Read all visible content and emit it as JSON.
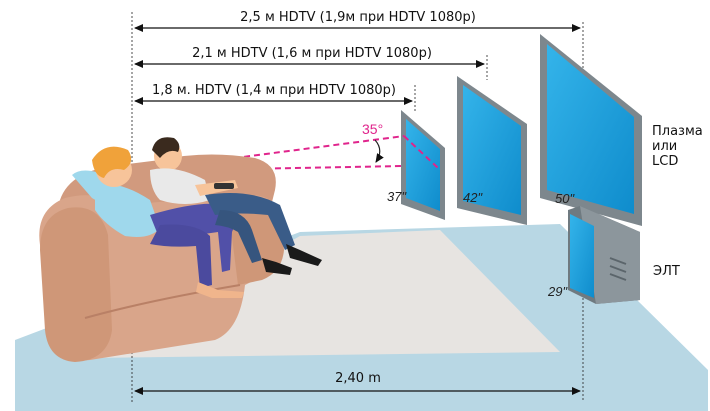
{
  "distances": {
    "d50": "2,5 м HDTV (1,9м при HDTV 1080p)",
    "d42": "2,1 м HDTV (1,6 м при HDTV 1080p)",
    "d37": "1,8 м. HDTV (1,4 м при HDTV 1080p)",
    "floor": "2,40 m"
  },
  "viewing_angle": "35°",
  "screens": {
    "s37": "37\"",
    "s42": "42\"",
    "s50": "50\"",
    "s29": "29\""
  },
  "labels": {
    "plasma_line1": "Плазма",
    "plasma_line2": "или",
    "plasma_line3": "LCD",
    "crt": "ЭЛТ"
  },
  "colors": {
    "floor": "#b8d7e4",
    "rug": "#e7e4e1",
    "sofa": "#d9a58a",
    "screen": "#1aa0dc",
    "tv_frame": "#7d878d",
    "angle_line": "#e0248c"
  }
}
